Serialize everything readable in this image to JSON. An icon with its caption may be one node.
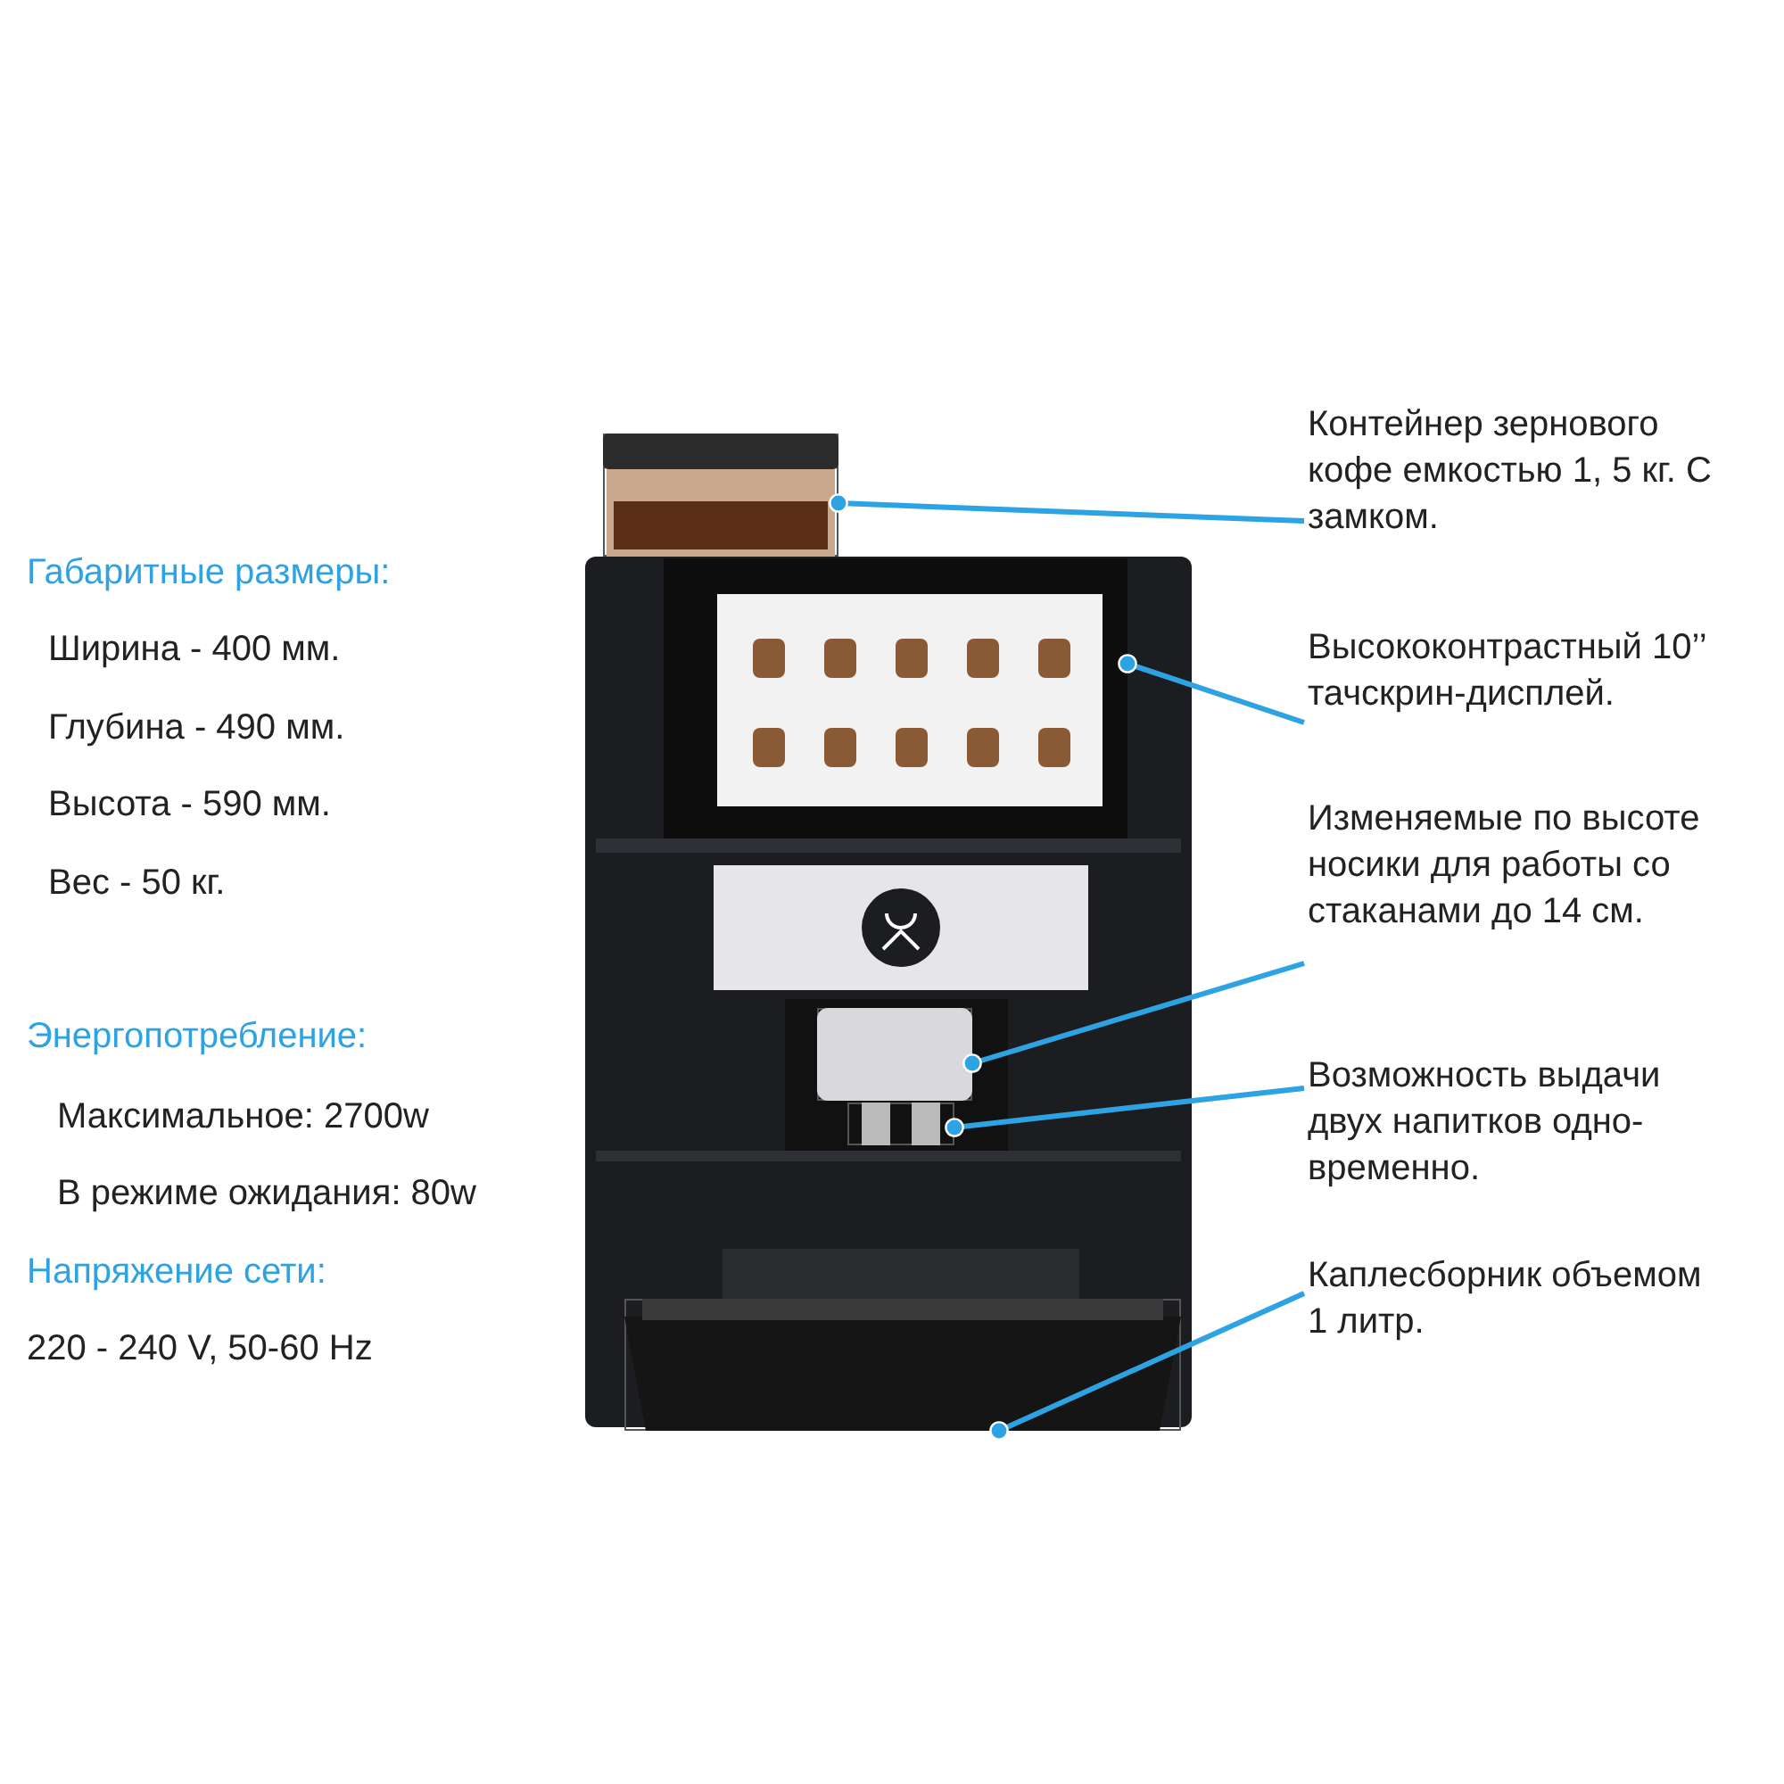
{
  "diagram": {
    "nodes": [
      {
        "text": [],
        "shape": "box"
      },
      {
        "text": [],
        "shape": "box"
      },
      {
        "text": [],
        "shape": "box"
      },
      {
        "text": [],
        "shape": "box"
      },
      {
        "text": [],
        "shape": "box"
      },
      {
        "text": [
          "Контейнер зернового кофе емкостью 1, 5 кг. С замком."
        ]
      },
      {
        "text": [
          "Высококонтрастный 10’’ тачскрин-дисплей."
        ]
      },
      {
        "text": [
          "Изменяемые по высоте носики для работы со стаканами до 14 см."
        ]
      },
      {
        "text": [
          "Возможность выдачи двух напитков одно- временно."
        ]
      },
      {
        "text": [
          "Каплесборник объемом 1 литр."
        ]
      }
    ],
    "edges": [
      {
        "from": 5,
        "to": 0,
        "arrow": "other"
      },
      {
        "from": 6,
        "to": 1,
        "arrow": "other"
      },
      {
        "from": 7,
        "to": 2,
        "arrow": "other"
      },
      {
        "from": 8,
        "to": 3,
        "arrow": "other"
      },
      {
        "from": 9,
        "to": 4,
        "arrow": "other"
      }
    ],
    "labels": [
      "Габаритные размеры:",
      "Ширина - 400 мм.",
      "Глубина - 490 мм.",
      "Высота - 590 мм.",
      "Вес - 50 кг.",
      "Энергопотребление:",
      "Максимальное: 2700w",
      "В режиме ожидания: 80w",
      "Напряжение сети:",
      "220 - 240 V, 50-60 Hz"
    ]
  }
}
